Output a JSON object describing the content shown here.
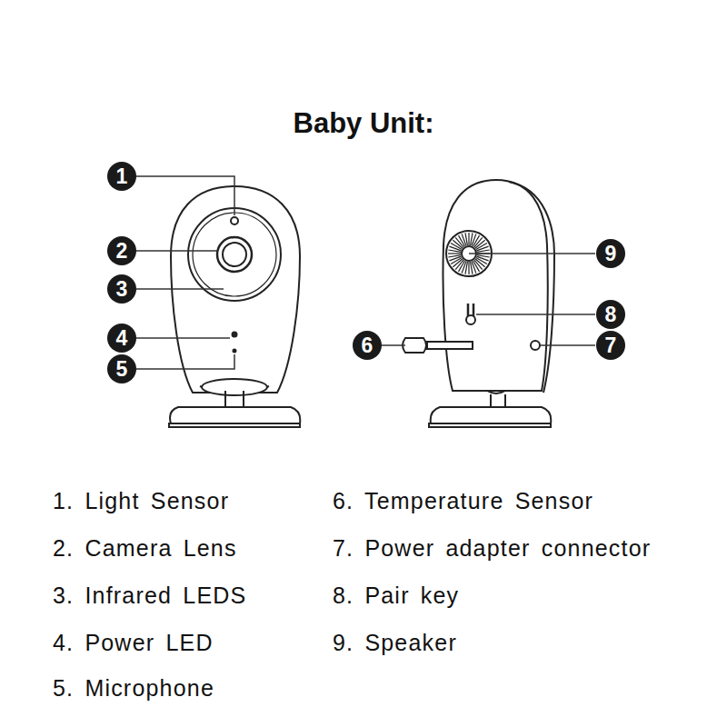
{
  "diagram": {
    "title": "Baby Unit:",
    "labels": [
      "1",
      "2",
      "3",
      "4",
      "5",
      "6",
      "7",
      "8",
      "9",
      "1. Light Sensor",
      "2. Camera Lens",
      "3. Infrared LEDS",
      "4. Power LED",
      "5. Microphone",
      "6. Temperature Sensor",
      "7. Power adapter connector",
      "8. Pair key",
      "9. Speaker"
    ]
  }
}
